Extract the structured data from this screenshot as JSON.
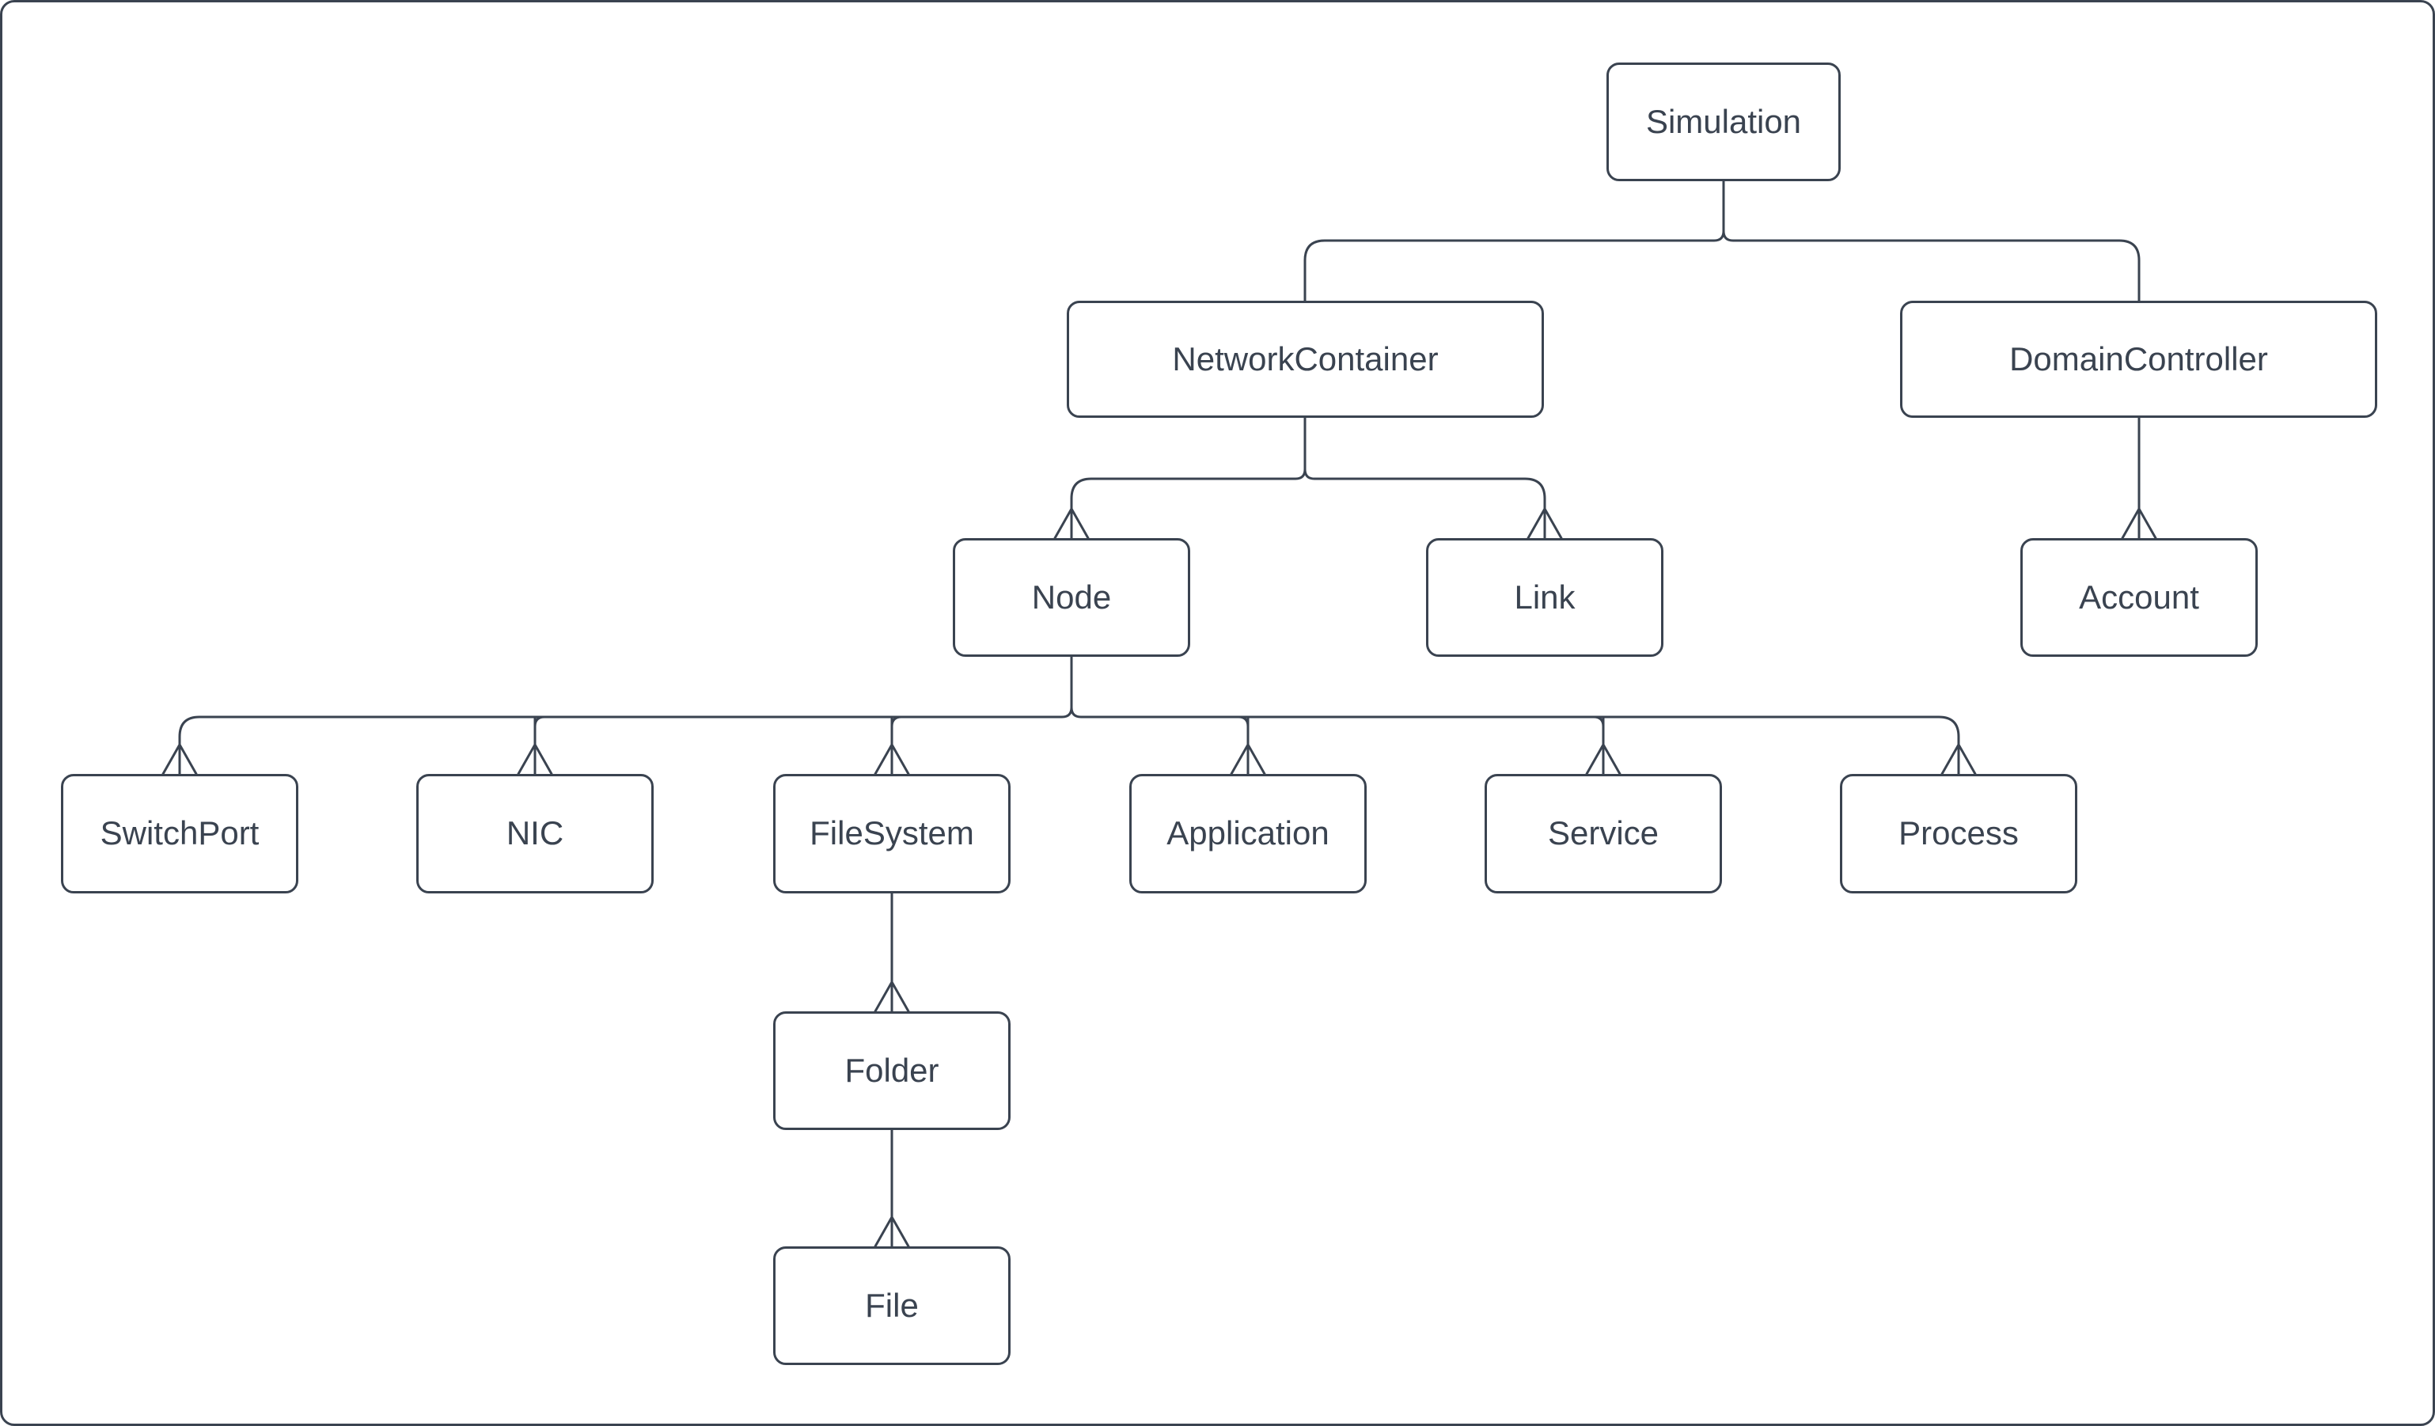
{
  "diagram": {
    "type": "hierarchy",
    "colors": {
      "background": "#ffffff",
      "stroke": "#3a4350",
      "text": "#3a4350"
    },
    "nodes": [
      {
        "id": "simulation",
        "label": "Simulation"
      },
      {
        "id": "network-container",
        "label": "NetworkContainer"
      },
      {
        "id": "domain-controller",
        "label": "DomainController"
      },
      {
        "id": "node",
        "label": "Node"
      },
      {
        "id": "link",
        "label": "Link"
      },
      {
        "id": "account",
        "label": "Account"
      },
      {
        "id": "switch-port",
        "label": "SwitchPort"
      },
      {
        "id": "nic",
        "label": "NIC"
      },
      {
        "id": "file-system",
        "label": "FileSystem"
      },
      {
        "id": "application",
        "label": "Application"
      },
      {
        "id": "service",
        "label": "Service"
      },
      {
        "id": "process",
        "label": "Process"
      },
      {
        "id": "folder",
        "label": "Folder"
      },
      {
        "id": "file",
        "label": "File"
      }
    ],
    "edges": [
      {
        "from": "Simulation",
        "to": "NetworkContainer",
        "arrowhead": false
      },
      {
        "from": "Simulation",
        "to": "DomainController",
        "arrowhead": false
      },
      {
        "from": "NetworkContainer",
        "to": "Node",
        "arrowhead": true
      },
      {
        "from": "NetworkContainer",
        "to": "Link",
        "arrowhead": true
      },
      {
        "from": "DomainController",
        "to": "Account",
        "arrowhead": true
      },
      {
        "from": "Node",
        "to": "SwitchPort",
        "arrowhead": true
      },
      {
        "from": "Node",
        "to": "NIC",
        "arrowhead": true
      },
      {
        "from": "Node",
        "to": "FileSystem",
        "arrowhead": true
      },
      {
        "from": "Node",
        "to": "Application",
        "arrowhead": true
      },
      {
        "from": "Node",
        "to": "Service",
        "arrowhead": true
      },
      {
        "from": "Node",
        "to": "Process",
        "arrowhead": true
      },
      {
        "from": "FileSystem",
        "to": "Folder",
        "arrowhead": true
      },
      {
        "from": "Folder",
        "to": "File",
        "arrowhead": true
      }
    ]
  }
}
